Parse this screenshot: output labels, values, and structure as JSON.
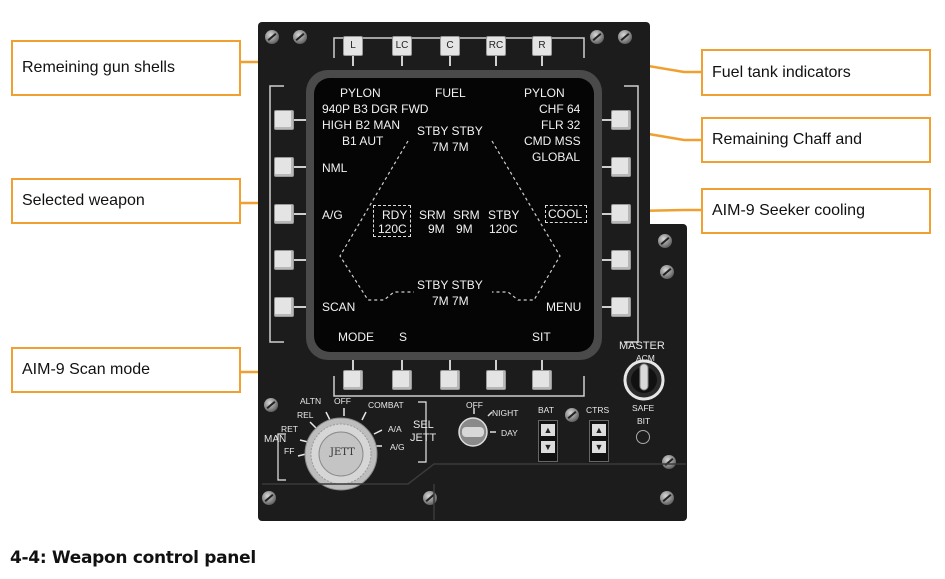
{
  "callouts": {
    "gun_shells": "Remeining gun shells",
    "selected_weapon": "Selected weapon",
    "scan_mode": "AIM-9 Scan mode",
    "fuel_tank": "Fuel tank indicators",
    "chaff": "Remaining Chaff and",
    "seeker_cooling": "AIM-9 Seeker cooling"
  },
  "top_buttons": [
    "L",
    "LC",
    "C",
    "RC",
    "R"
  ],
  "mfd": {
    "pylon_left": "PYLON",
    "fuel": "FUEL",
    "pylon_right": "PYLON",
    "gun_line1": "940P B3 DGR FWD",
    "gun_line2": "HIGH B2 MAN",
    "gun_line3": "B1 AUT",
    "chf": "CHF 64",
    "flr": "FLR 32",
    "cmd": "CMD MSS",
    "global": "GLOBAL",
    "stby_top": "STBY STBY",
    "stby_top2": "7M 7M",
    "nml": "NML",
    "ag": "A/G",
    "rdy": "RDY",
    "rdy2": "120C",
    "srm1": "SRM",
    "srm1b": "9M",
    "srm2": "SRM",
    "srm2b": "9M",
    "stby_r": "STBY",
    "stby_r2": "120C",
    "cool": "COOL",
    "stby_bot": "STBY STBY",
    "stby_bot2": "7M 7M",
    "scan": "SCAN",
    "menu": "MENU",
    "mode": "MODE",
    "s": "S",
    "sit": "SIT"
  },
  "panel": {
    "master": "MASTER",
    "acm": "ACM",
    "safe": "SAFE",
    "bit": "BIT",
    "altn": "ALTN",
    "off": "OFF",
    "combat": "COMBAT",
    "rel": "REL",
    "ret": "RET",
    "aa": "A/A",
    "man": "MAN",
    "ag": "A/G",
    "ff": "FF",
    "sel": "SEL",
    "jett_label": "JETT",
    "jett": "JETT",
    "night_off": "OFF",
    "night": "NIGHT",
    "day": "DAY",
    "bat": "BAT",
    "ctrs": "CTRS"
  },
  "caption": "4-4: Weapon control panel",
  "colors": {
    "accent": "#f0a030",
    "panel": "#1c1c1c",
    "screen": "#050505"
  }
}
